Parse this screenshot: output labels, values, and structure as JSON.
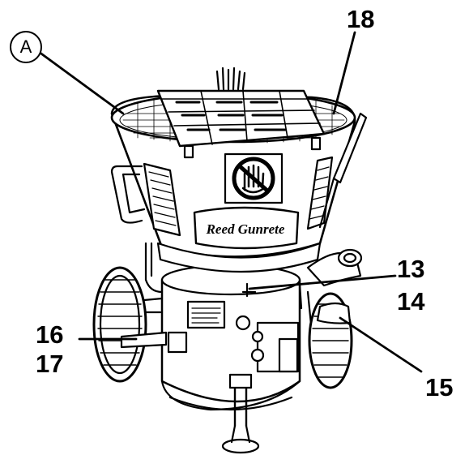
{
  "callouts": {
    "a": "A",
    "n18": "18",
    "n13": "13",
    "n14": "14",
    "n15": "15",
    "n16": "16",
    "n17": "17"
  },
  "decal": {
    "brand": "Reed Gunrete"
  },
  "colors": {
    "ink": "#000000",
    "paper": "#ffffff"
  },
  "icons": [
    "glove-hand-warning-icon"
  ]
}
